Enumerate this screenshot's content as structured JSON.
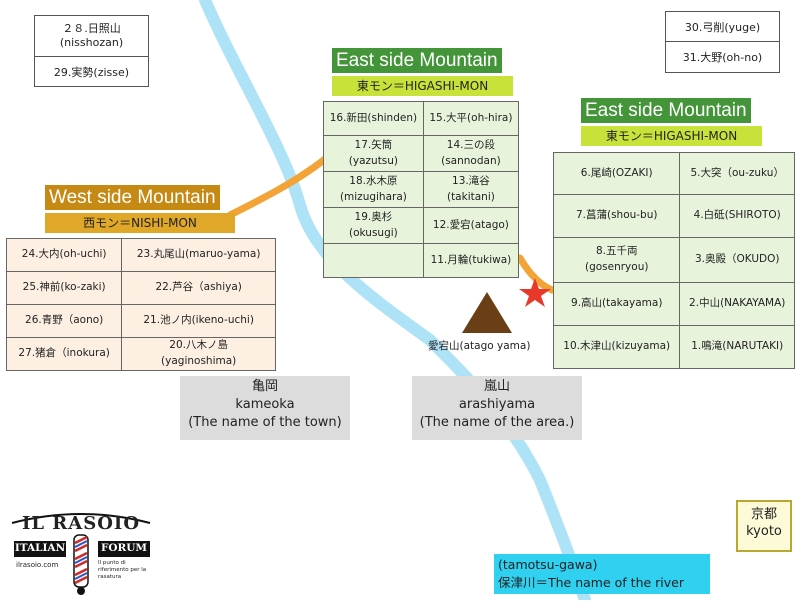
{
  "top_left_box": [
    "２８.日照山\n(nisshozan)",
    "29.実勢(zisse)"
  ],
  "top_right_box": [
    "30.弓削(yuge)",
    "31.大野(oh-no)"
  ],
  "east_center": {
    "title": "East side Mountain",
    "subtitle": "東モン＝HIGASHI-MON",
    "rows": [
      [
        "16.新田(shinden)",
        "15.大平(oh-hira)"
      ],
      [
        "17.矢筒\n(yazutsu)",
        "14.三の段\n(sannodan)"
      ],
      [
        "18.水木原\n(mizugihara)",
        "13.滝谷\n(takitani)"
      ],
      [
        "19.奥杉\n(okusugi)",
        "12.愛宕(atago)"
      ],
      [
        "",
        "11.月輪(tukiwa)"
      ]
    ]
  },
  "east_right": {
    "title": "East side Mountain",
    "subtitle": "東モン＝HIGASHI-MON",
    "rows": [
      [
        "6.尾崎(OZAKI)",
        "5.大突（ou-zuku）"
      ],
      [
        "7.菖蒲(shou-bu)",
        "4.白砥(SHIROTO)"
      ],
      [
        "8.五千両\n(gosenryou)",
        "3.奥殿（OKUDO)"
      ],
      [
        "9.高山(takayama)",
        "2.中山(NAKAYAMA)"
      ],
      [
        "10.木津山(kizuyama)",
        "1.鳴滝(NARUTAKI)"
      ]
    ]
  },
  "west": {
    "title": "West side Mountain",
    "subtitle": "西モン＝NISHI-MON",
    "rows": [
      [
        "24.大内(oh-uchi)",
        "23.丸尾山(maruo-yama)"
      ],
      [
        "25.神前(ko-zaki)",
        "22.芦谷（ashiya)"
      ],
      [
        "26.青野（aono)",
        "21.池ノ内(ikeno-uchi)"
      ],
      [
        "27.猪倉（inokura)",
        "20.八木ノ島\n(yaginoshima)"
      ]
    ]
  },
  "atago_label": "愛宕山(atago yama)",
  "kameoka": [
    "亀岡",
    "kameoka",
    "(The name of the town)"
  ],
  "arashiyama": [
    "嵐山",
    "arashiyama",
    "(The name of the area.)"
  ],
  "river": [
    "(tamotsu-gawa)",
    "保津川＝The name of the river"
  ],
  "kyoto": [
    "京都",
    "kyoto"
  ],
  "logo": {
    "title": "IL RASOIO",
    "left_word": "ITALIAN",
    "right_word": "FORUM",
    "site": "ilrasoio.com",
    "tagline": "Il punto di riferimento per la rasatura"
  },
  "colors": {
    "header_green": "#44953a",
    "subtitle_green": "#c8e23a",
    "header_orange": "#c68a14",
    "subtitle_orange": "#e0a828",
    "river": "#aee2f7",
    "trail": "#f2a437",
    "star": "#e8382a",
    "mountain": "#6b3f16"
  }
}
